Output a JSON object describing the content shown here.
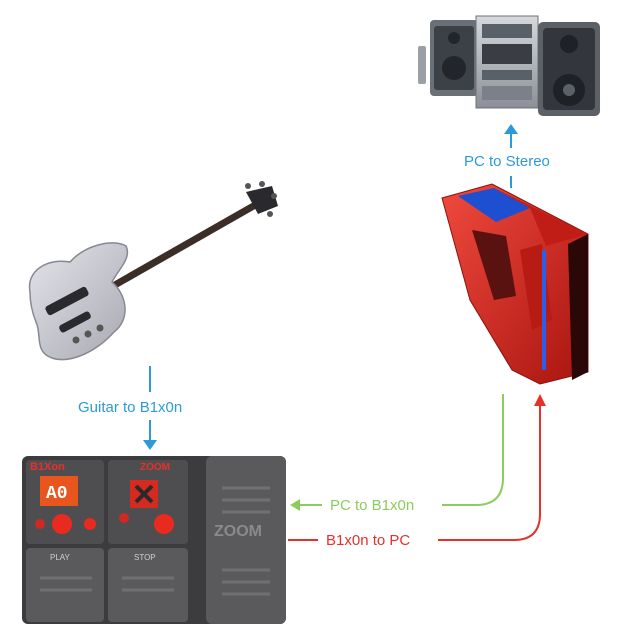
{
  "labels": {
    "pc_to_stereo": "PC to Stereo",
    "guitar_to_b1x0n": "Guitar to B1x0n",
    "pc_to_b1x0n": "PC to B1x0n",
    "b1x0n_to_pc": "B1x0n to PC"
  },
  "pedal": {
    "model_text": "B1Xon",
    "brand_text": "ZOOM",
    "display_text": "A0",
    "brand_large": "ZOOM",
    "play_text": "PLAY",
    "stop_text": "STOP"
  },
  "colors": {
    "blue_arrow": "#2d9ad8",
    "green_arrow": "#8ccc5c",
    "red_arrow": "#e8302a",
    "pc_case": "#d42a22",
    "pedal_body": "#4a4a4a"
  },
  "icons": [
    "stereo-system-icon",
    "bass-guitar-icon",
    "pc-tower-icon",
    "zoom-pedal-icon"
  ]
}
